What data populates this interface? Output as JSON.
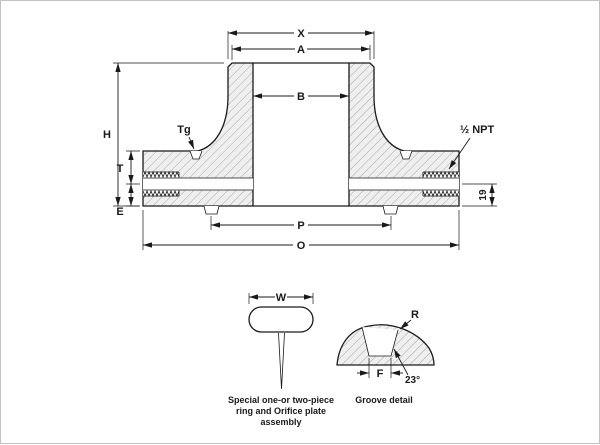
{
  "drawing": {
    "labels": {
      "X": "X",
      "A": "A",
      "B": "B",
      "H": "H",
      "Tg": "Tg",
      "T": "T",
      "E": "E",
      "NPT": "½ NPT",
      "tap_offset": "19",
      "P": "P",
      "O": "O"
    }
  },
  "plate_detail": {
    "W": "W",
    "caption": [
      "Special one-or two-piece",
      "ring and Orifice plate",
      "assembly"
    ]
  },
  "groove_detail": {
    "R": "R",
    "F": "F",
    "angle": "23°",
    "caption": "Groove detail"
  },
  "colors": {
    "line": "#1a1a1a",
    "hatch": "#a8a8a8",
    "metal_bg": "#efefef",
    "background": "#ffffff"
  }
}
